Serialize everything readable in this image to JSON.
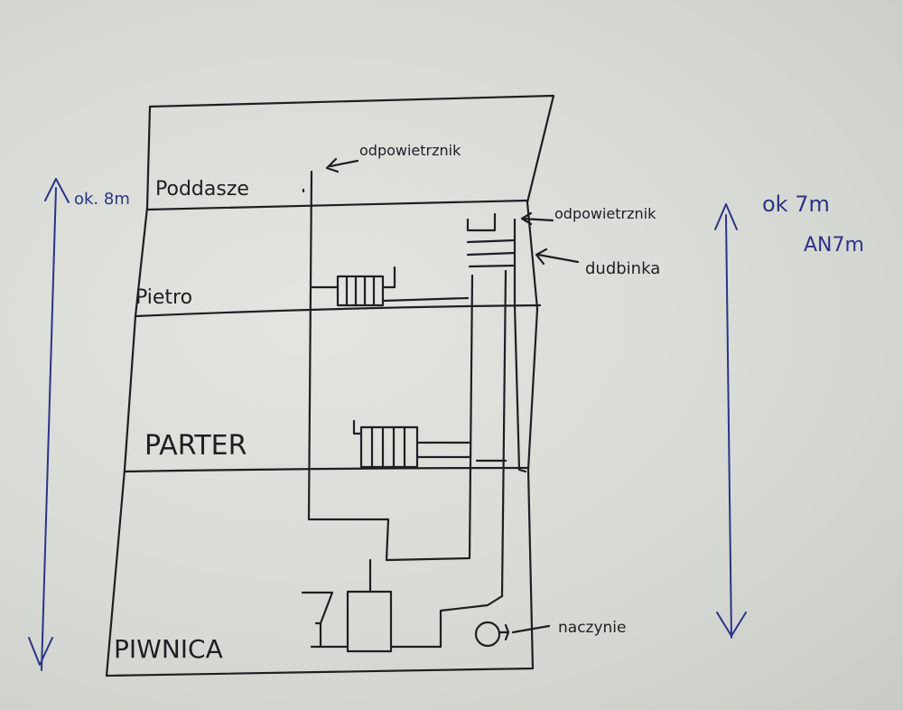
{
  "floors": {
    "attic": "Poddasze",
    "first": "Pietro",
    "ground": "PARTER",
    "basement": "PIWNICA"
  },
  "annotations": {
    "vent_top": "odpowietrznik",
    "vent_right": "odpowietrznik",
    "coil": "dudbinka",
    "vessel": "naczynie"
  },
  "dimensions": {
    "left_height": "ok. 8m",
    "right_height": "ok 7m",
    "right_scribble": "AN7m"
  },
  "colors": {
    "ink": "#1d1f22",
    "blue_marker": "#2b3487",
    "board": "#d9dcd6"
  }
}
